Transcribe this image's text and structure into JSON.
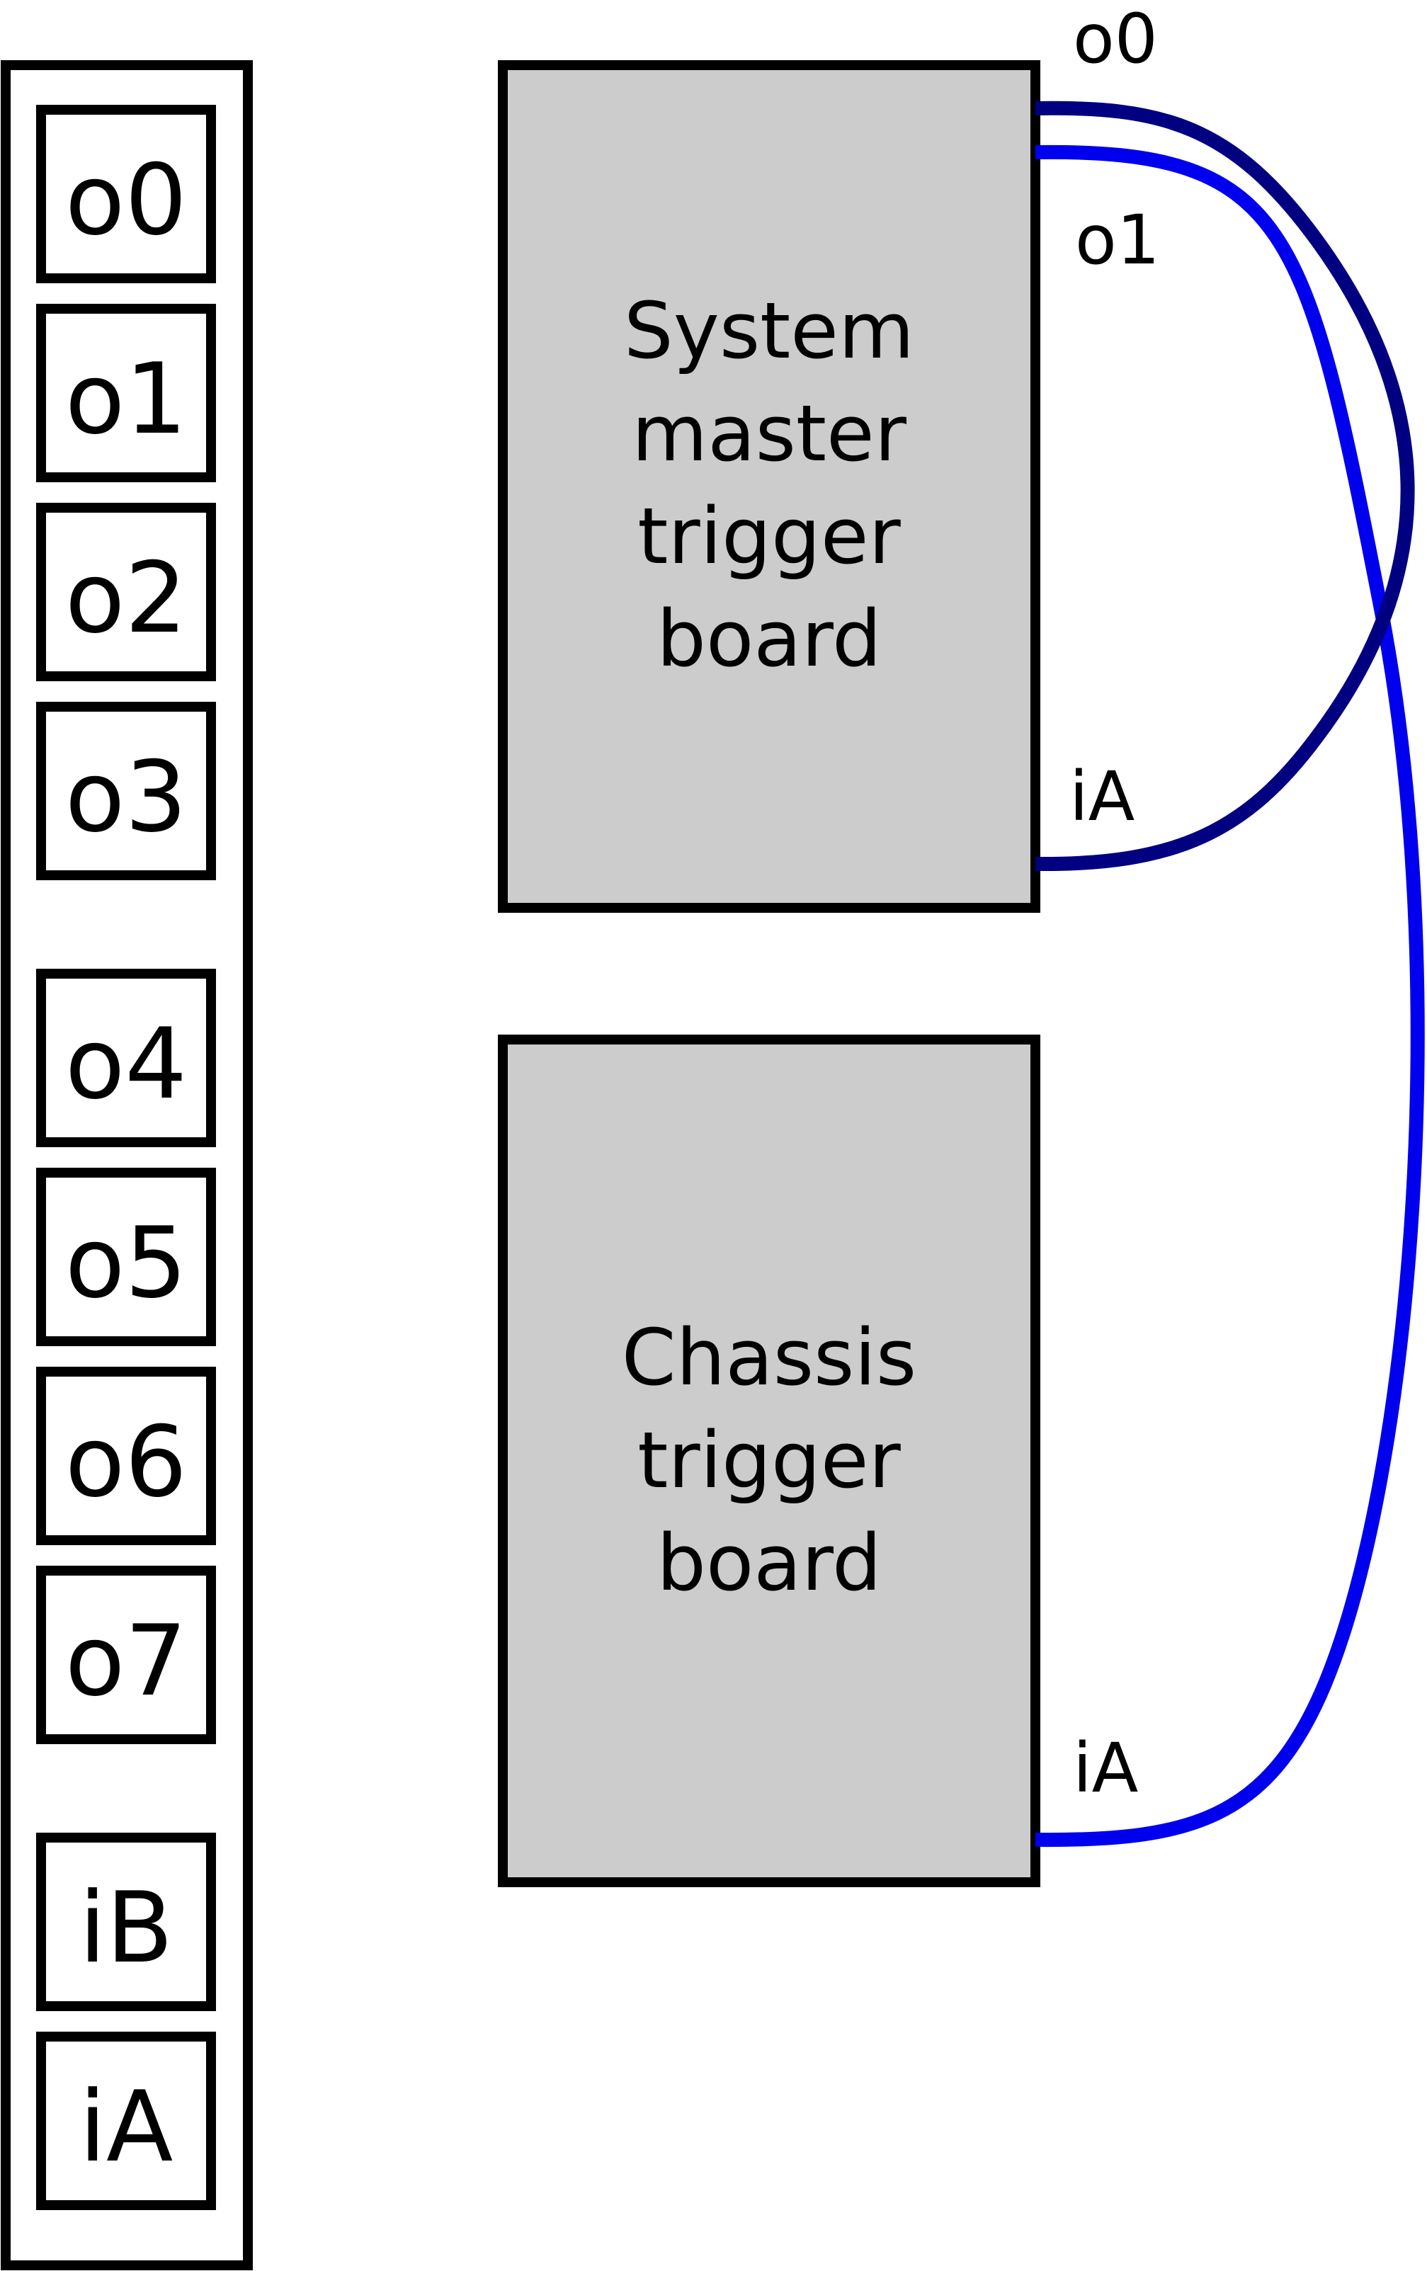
{
  "panel": {
    "ports": [
      "o0",
      "o1",
      "o2",
      "o3",
      "o4",
      "o5",
      "o6",
      "o7",
      "iB",
      "iA"
    ]
  },
  "boards": {
    "system_master": {
      "lines": [
        "System",
        "master",
        "trigger",
        "board"
      ]
    },
    "chassis": {
      "lines": [
        "Chassis",
        "trigger",
        "board"
      ]
    }
  },
  "cable_labels": {
    "o0": "o0",
    "o1": "o1",
    "master_ia": "iA",
    "chassis_ia": "iA"
  },
  "colors": {
    "cable_o0": "#000080",
    "cable_o1": "#0000ee",
    "board_fill": "#cccccc",
    "outline": "#000000"
  }
}
